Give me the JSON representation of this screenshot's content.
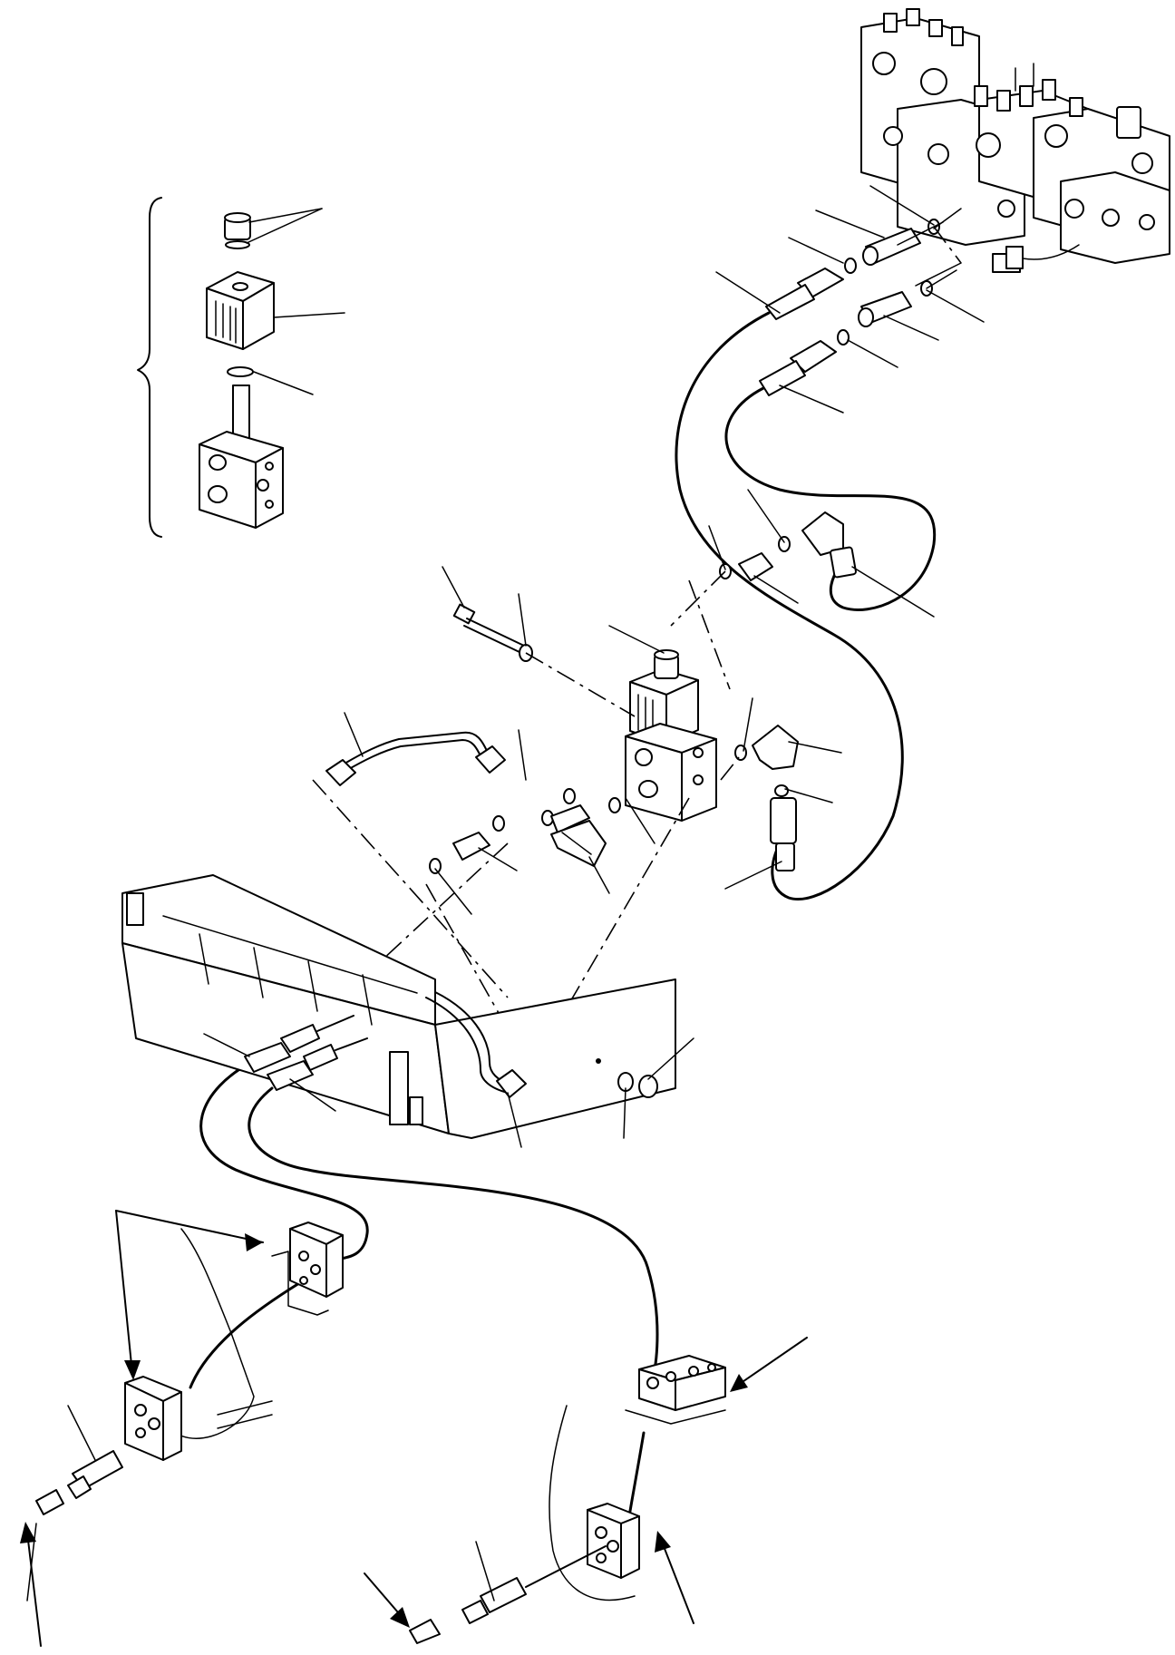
{
  "figure": {
    "title": "",
    "labels": []
  },
  "parts": {
    "control_valve": "control-valve-assembly",
    "solenoid_valve": "solenoid-valve",
    "exploded_solenoid": "solenoid-valve-exploded",
    "frame": "frame-crossmember",
    "hoses": "hydraulic-hoses",
    "blocks": "hose-clamp-blocks"
  },
  "colors": {
    "line": "#000000",
    "background": "#ffffff"
  }
}
